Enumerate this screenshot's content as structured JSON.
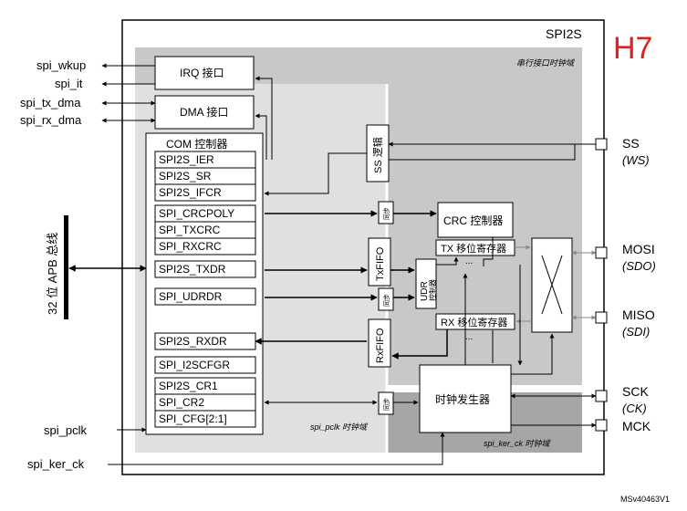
{
  "title": "SPI2S",
  "badge": "H7",
  "footer_id": "MSv40463V1",
  "colors": {
    "badge": "#e02020",
    "serial_domain": "#c8c8c8",
    "ker_domain": "#a6a6a6",
    "pclk_domain": "#e0e0e0"
  },
  "domains": {
    "serial": "串行接口时钟域",
    "pclk": "spi_pclk 时钟域",
    "ker": "spi_ker_ck 时钟域"
  },
  "left_signals": {
    "wkup": "spi_wkup",
    "it": "spi_it",
    "tx_dma": "spi_tx_dma",
    "rx_dma": "spi_rx_dma",
    "pclk": "spi_pclk",
    "ker_ck": "spi_ker_ck",
    "bus": "32 位 APB 总线"
  },
  "blocks": {
    "irq": "IRQ 接口",
    "dma": "DMA 接口",
    "com_title": "COM 控制器",
    "ss": "SS 逻辑",
    "crc": "CRC 控制器",
    "txfifo": "TxFIFO",
    "rxfifo": "RxFIFO",
    "udr": "UDR",
    "udr_sub": "控制器",
    "tx_shift": "TX 移位寄存器",
    "rx_shift": "RX 移位寄存器",
    "clock_gen": "时钟发生器",
    "sync": "同步",
    "dots": "..."
  },
  "registers": {
    "g1": [
      "SPI2S_IER",
      "SPI2S_SR",
      "SPI2S_IFCR"
    ],
    "g2": [
      "SPI_CRCPOLY",
      "SPI_TXCRC",
      "SPI_RXCRC"
    ],
    "txdr": "SPI2S_TXDR",
    "udrdr": "SPI_UDRDR",
    "rxdr": "SPI2S_RXDR",
    "i2scfgr": "SPI_I2SCFGR",
    "g3": [
      "SPI2S_CR1",
      "SPI_CR2",
      "SPI_CFG[2:1]"
    ]
  },
  "pins": {
    "ss": "SS",
    "ss_alt": "(WS)",
    "mosi": "MOSI",
    "mosi_alt": "(SDO)",
    "miso": "MISO",
    "miso_alt": "(SDI)",
    "sck": "SCK",
    "sck_alt": "(CK)",
    "mck": "MCK"
  }
}
